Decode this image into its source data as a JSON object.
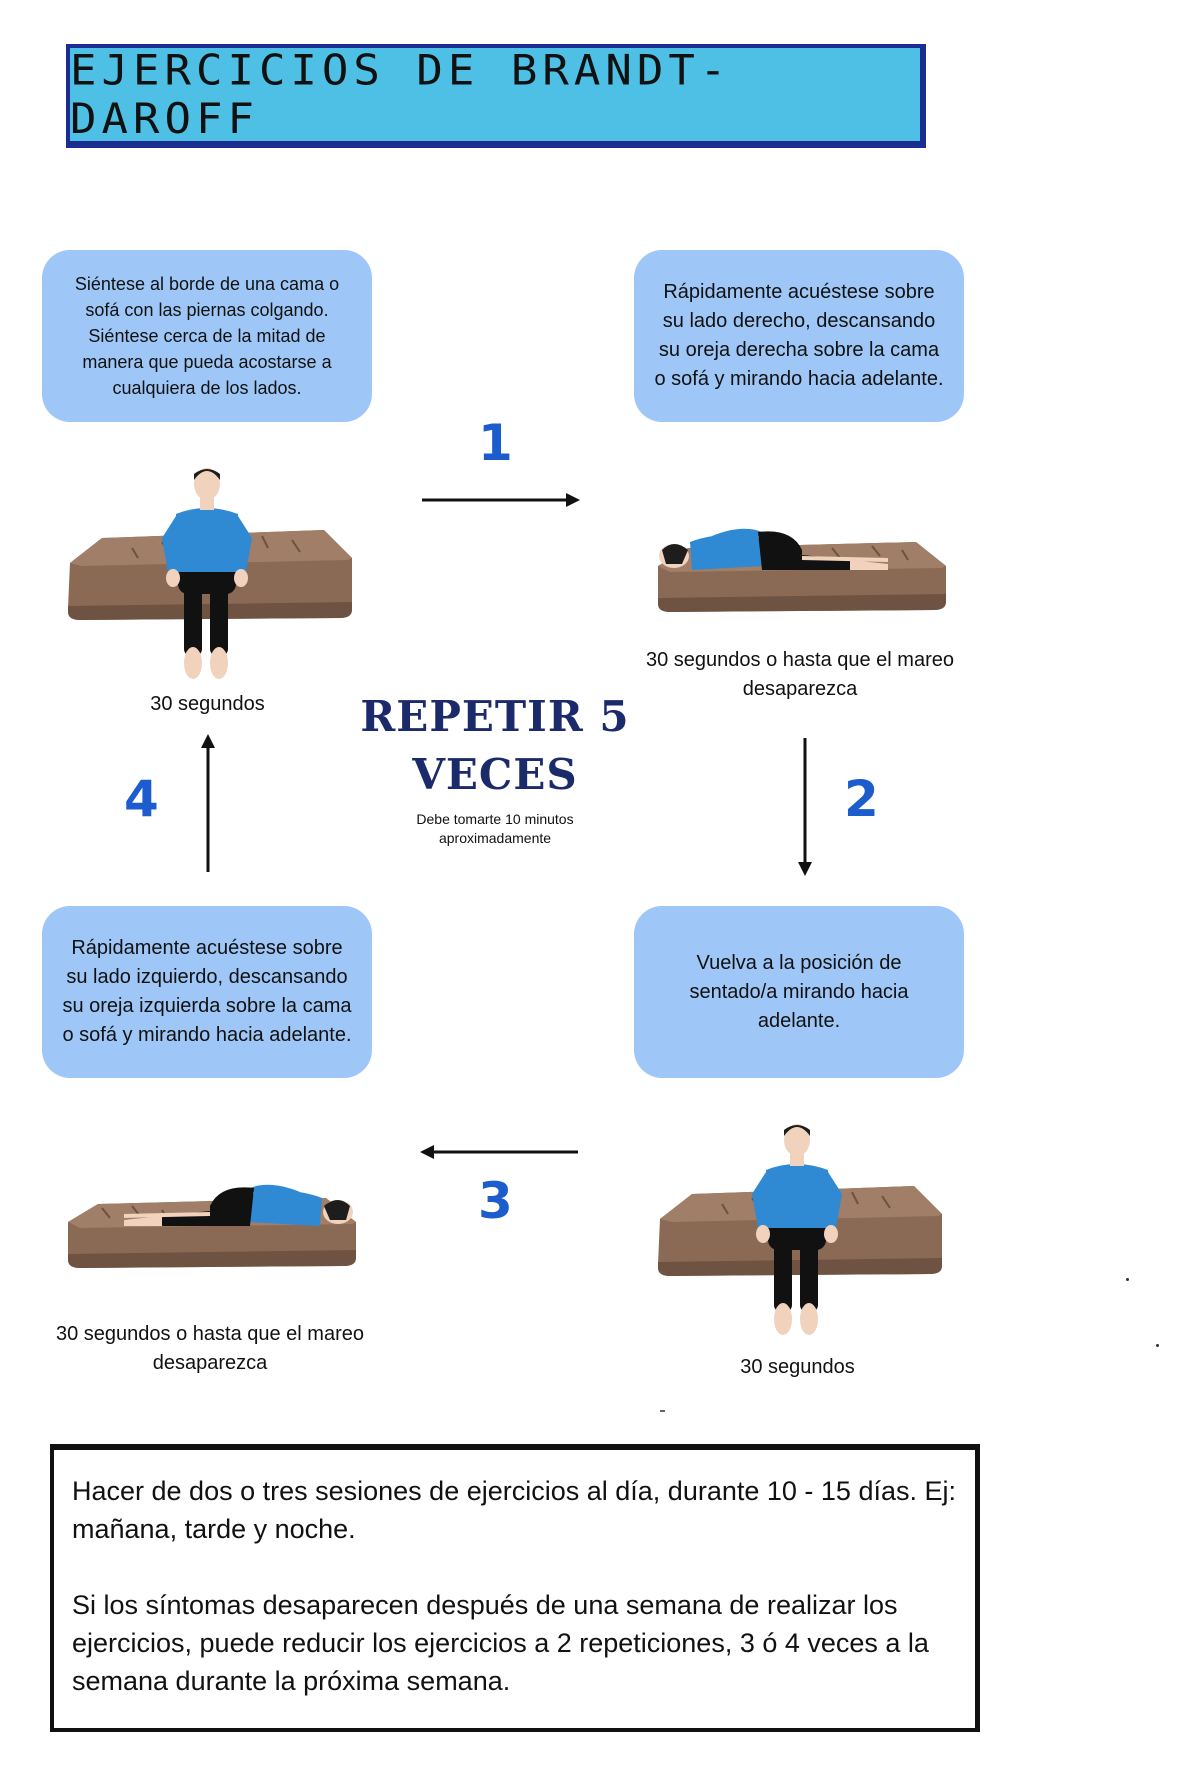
{
  "title": "EJERCICIOS DE BRANDT-DAROFF",
  "steps": {
    "start": {
      "text": "Siéntese al borde de una cama o sofá con las piernas colgando. Siéntese cerca de la mitad de manera que pueda acostarse a cualquiera de los lados.",
      "caption": "30 segundos"
    },
    "right": {
      "number": "1",
      "text": "Rápidamente acuéstese sobre su lado derecho, descansando su oreja derecha sobre la cama o sofá y mirando hacia adelante.",
      "caption": "30 segundos o hasta que el mareo desaparezca"
    },
    "sit": {
      "number": "2",
      "text": "Vuelva a la posición de sentado/a mirando hacia adelante.",
      "caption": "30 segundos"
    },
    "left": {
      "number": "3",
      "text": "Rápidamente acuéstese sobre su lado izquierdo, descansando su oreja izquierda sobre la cama o sofá y mirando hacia adelante.",
      "caption": "30 segundos o hasta que el mareo desaparezca"
    },
    "back": {
      "number": "4"
    }
  },
  "repeat": {
    "title": "REPETIR 5 VECES",
    "subtitle": "Debe tomarte 10 minutos aproximadamente"
  },
  "note": {
    "paragraph1": "Hacer de dos o tres sesiones de ejercicios al día, durante 10 - 15 días. Ej: mañana, tarde y noche.",
    "paragraph2": "Si los síntomas desaparecen después de una semana de realizar los ejercicios, puede reducir los ejercicios a 2 repeticiones, 3 ó 4 veces a la semana durante la próxima semana."
  },
  "colors": {
    "banner": "#4ec0e6",
    "banner_border": "#1b2d8f",
    "box": "#9ec7f7",
    "number": "#1c5ccc",
    "mattress": "#8a6a55",
    "shirt": "#2f8ad3"
  }
}
